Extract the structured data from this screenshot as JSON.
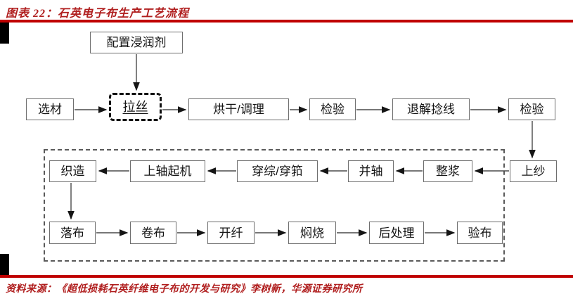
{
  "header": {
    "title": "图表 22：石英电子布生产工艺流程"
  },
  "footer": {
    "source": "资料来源：《超低损耗石英纤维电子布的开发与研究》李树新，华源证券研究所"
  },
  "colors": {
    "accent_red": "#b01e1e",
    "rule_red": "#c00000",
    "box_border_gray": "#6e6e6e",
    "dashed_black": "#111111",
    "text_black": "#151515"
  },
  "flowchart": {
    "prep": "配置浸润剂",
    "row1": [
      "选材",
      "拉丝",
      "烘干/调理",
      "检验",
      "退解捻线",
      "检验"
    ],
    "row2": [
      "上纱",
      "整浆",
      "并轴",
      "穿综/穿筘",
      "上轴起机",
      "织造"
    ],
    "row3": [
      "落布",
      "卷布",
      "开纤",
      "焖烧",
      "后处理",
      "验布"
    ],
    "edges": [
      {
        "from": "配置浸润剂",
        "to": "拉丝"
      },
      {
        "from": "选材",
        "to": "拉丝"
      },
      {
        "from": "拉丝",
        "to": "烘干/调理"
      },
      {
        "from": "烘干/调理",
        "to": "检验"
      },
      {
        "from": "检验",
        "to": "退解捻线"
      },
      {
        "from": "退解捻线",
        "to": "检验"
      },
      {
        "from": "检验",
        "to": "上纱"
      },
      {
        "from": "上纱",
        "to": "整浆"
      },
      {
        "from": "整浆",
        "to": "并轴"
      },
      {
        "from": "并轴",
        "to": "穿综/穿筘"
      },
      {
        "from": "穿综/穿筘",
        "to": "上轴起机"
      },
      {
        "from": "上轴起机",
        "to": "织造"
      },
      {
        "from": "织造",
        "to": "落布"
      },
      {
        "from": "落布",
        "to": "卷布"
      },
      {
        "from": "卷布",
        "to": "开纤"
      },
      {
        "from": "开纤",
        "to": "焖烧"
      },
      {
        "from": "焖烧",
        "to": "后处理"
      },
      {
        "from": "后处理",
        "to": "验布"
      }
    ]
  }
}
